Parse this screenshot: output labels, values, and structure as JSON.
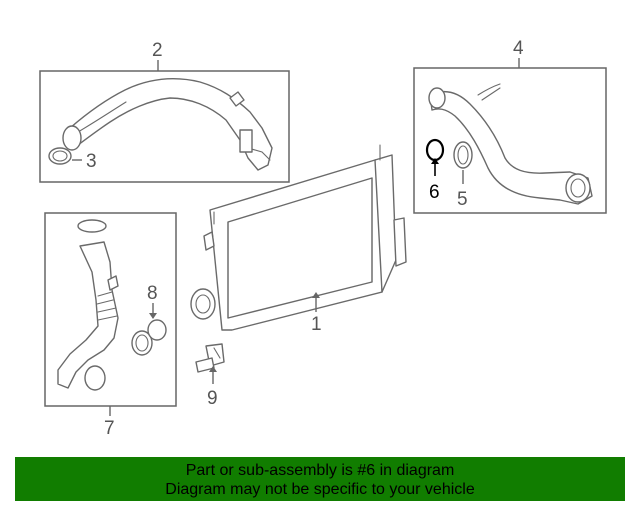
{
  "diagram": {
    "callouts": {
      "c1": "1",
      "c2": "2",
      "c3": "3",
      "c4": "4",
      "c5": "5",
      "c6": "6",
      "c7": "7",
      "c8": "8",
      "c9": "9"
    },
    "highlighted_part": "6",
    "highlight_color": "#000000",
    "line_color": "#666666"
  },
  "banner": {
    "line1": "Part or sub-assembly is #6 in diagram",
    "line2": "Diagram may not be specific to your vehicle",
    "background": "#117d00"
  }
}
